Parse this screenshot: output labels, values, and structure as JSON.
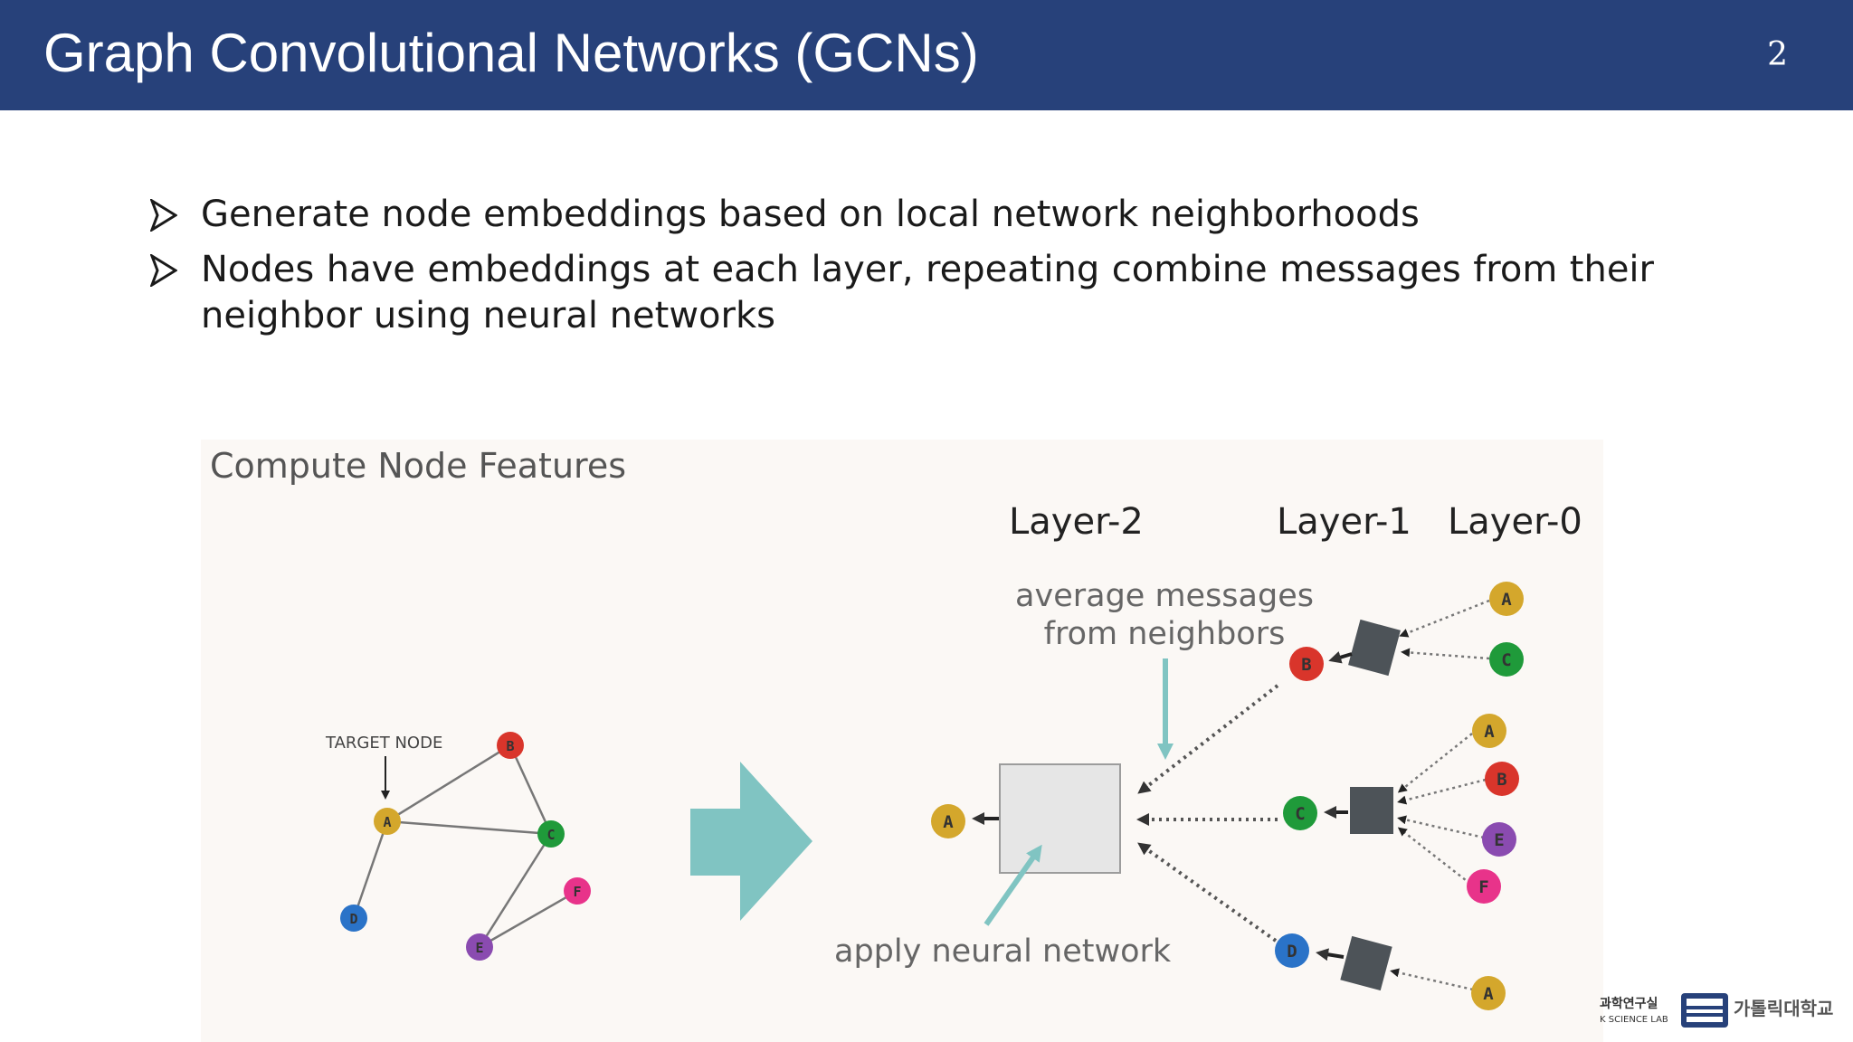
{
  "header": {
    "title": "Graph Convolutional Networks (GCNs)",
    "page_number": "2",
    "background": "#27417a"
  },
  "bullets": [
    {
      "text": "Generate node embeddings based on local network neighborhoods"
    },
    {
      "text": "Nodes have embeddings at each layer, repeating combine messages from their neighbor using neural networks"
    }
  ],
  "figure": {
    "title": "Compute Node Features",
    "target_label": "TARGET NODE",
    "layer_labels": [
      "Layer-2",
      "Layer-1",
      "Layer-0"
    ],
    "annotation_average": [
      "average messages",
      "from neighbors"
    ],
    "annotation_apply": "apply neural network",
    "colors": {
      "A": "#d4a72c",
      "B": "#d9352b",
      "C": "#1f9a3a",
      "D": "#2a73c8",
      "E": "#8a4bb0",
      "F": "#e8338a",
      "arrow_teal": "#80c4c2",
      "box": "#4d5358"
    },
    "graph_nodes": [
      "A",
      "B",
      "C",
      "D",
      "E",
      "F"
    ],
    "layer2_node": "A",
    "layer1_nodes": [
      "B",
      "C",
      "D"
    ],
    "layer0_groups": [
      [
        "A",
        "C"
      ],
      [
        "A",
        "B",
        "E",
        "F"
      ],
      [
        "A"
      ]
    ]
  },
  "footer": {
    "lab_label_line1": "과학연구실",
    "lab_label_line2": "K SCIENCE LAB",
    "university": "가톨릭대학교"
  }
}
